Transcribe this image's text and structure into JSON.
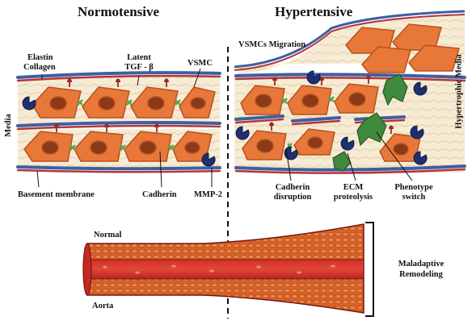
{
  "titles": {
    "left": "Normotensive",
    "right": "Hypertensive"
  },
  "labels": {
    "elastin": "Elastin",
    "collagen": "Collagen",
    "latent": "Latent",
    "tgf": "TGF - β",
    "vsmc": "VSMC",
    "media": "Media",
    "basement_membrane": "Basement membrane",
    "cadherin": "Cadherin",
    "mmp2": "MMP-2",
    "vsmc_migration": "VSMCs Migration",
    "hypertrophic_media": "Hypertrophic Media",
    "cadherin_disruption_1": "Cadherin",
    "cadherin_disruption_2": "disruption",
    "ecm_1": "ECM",
    "ecm_2": "proteolysis",
    "phenotype_1": "Phenotype",
    "phenotype_2": "switch",
    "normal": "Normal",
    "aorta": "Aorta",
    "maladaptive_1": "Maladaptive",
    "maladaptive_2": "Remodeling"
  },
  "colors": {
    "cell": "#e8773a",
    "cell_dark": "#b9501c",
    "nucleus": "#8a3a18",
    "membrane_blue": "#3f5fa3",
    "membrane_red": "#b3363d",
    "matrix": "#f6ecd6",
    "mmp": "#1e2f72",
    "green": "#3f8a3c",
    "cadherin": "#58a84c",
    "aorta_red": "#c42a22",
    "aorta_dark": "#7a1410"
  }
}
